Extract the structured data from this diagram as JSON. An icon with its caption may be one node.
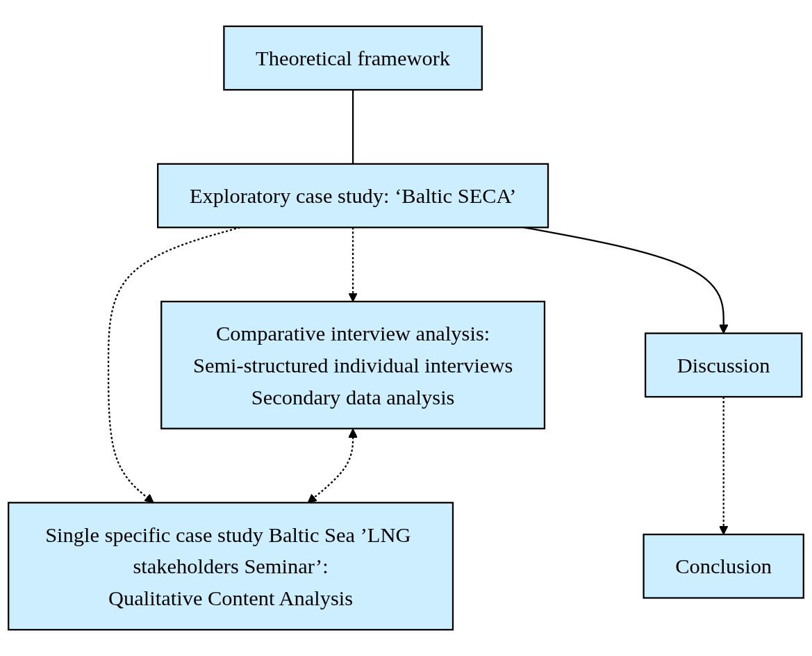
{
  "diagram": {
    "nodes": [
      {
        "text": [
          "Theoretical framework"
        ]
      },
      {
        "text": [
          "Exploratory case study: ‘Baltic SECA’"
        ]
      },
      {
        "text": [
          "Comparative interview analysis:",
          "Semi-structured individual interviews",
          "Secondary data analysis"
        ]
      },
      {
        "text": [
          "Single specific case study Baltic Sea ’LNG stakeholders Seminar’:",
          "Qualitative Content Analysis"
        ]
      },
      {
        "text": [
          "Discussion"
        ]
      },
      {
        "text": [
          "Conclusion"
        ]
      }
    ],
    "edges": [
      {
        "from": 0,
        "to": 1,
        "arrow": "none"
      },
      {
        "from": 1,
        "to": 2,
        "arrow": "to",
        "style": "dashed"
      },
      {
        "from": 1,
        "to": 3,
        "arrow": "to",
        "style": "dashed"
      },
      {
        "from": 2,
        "to": 3,
        "arrow": "both",
        "style": "dashed"
      },
      {
        "from": 1,
        "to": 4,
        "arrow": "to"
      },
      {
        "from": 4,
        "to": 5,
        "arrow": "to",
        "style": "dashed"
      }
    ]
  }
}
